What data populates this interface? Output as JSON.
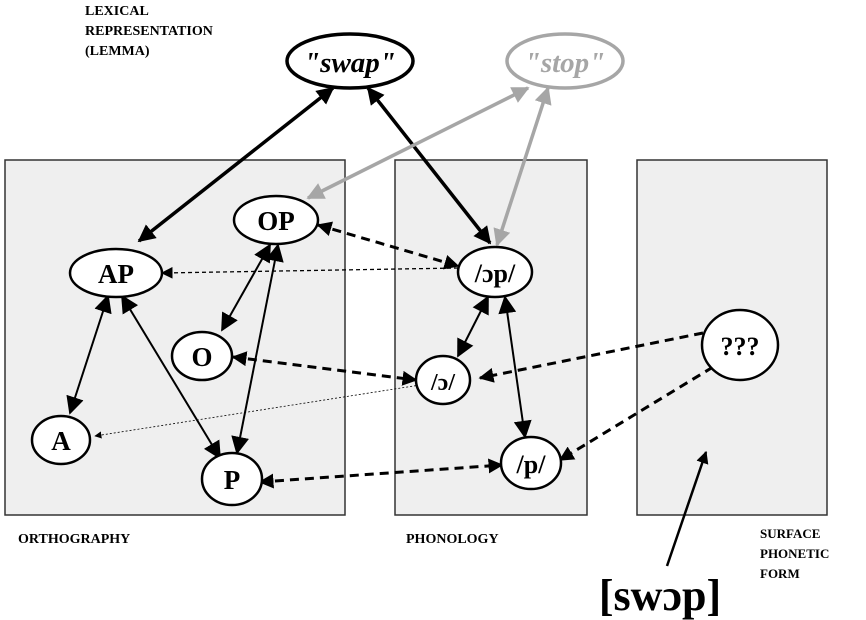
{
  "labels": {
    "lexical_line1": "LEXICAL",
    "lexical_line2": "REPRESENTATION",
    "lexical_line3": "(LEMMA)",
    "orthography": "ORTHOGRAPHY",
    "phonology": "PHONOLOGY",
    "surface_line1": "SURFACE",
    "surface_line2": "PHONETIC",
    "surface_line3": "FORM"
  },
  "nodes": {
    "swap": "\"swap\"",
    "stop": "\"stop\"",
    "OP": "OP",
    "AP": "AP",
    "O": "O",
    "A": "A",
    "P": "P",
    "op_phon": "/ɔp/",
    "o_phon": "/ɔ/",
    "p_phon": "/p/",
    "unknown": "???"
  },
  "surface_form": "[swɔp]",
  "colors": {
    "panel_fill": "#efefef",
    "panel_stroke": "#333333",
    "ink": "#000000",
    "faded": "#a6a6a6"
  }
}
